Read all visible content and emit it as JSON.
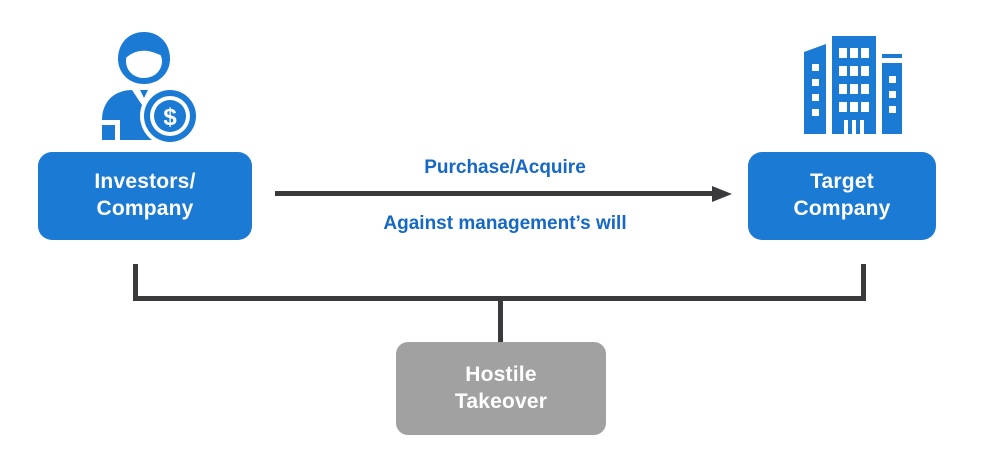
{
  "diagram": {
    "title": "Hostile Takeover process diagram",
    "colors": {
      "node_blue": "#1B7AD4",
      "node_gray": "#A1A1A1",
      "label_blue": "#1668C6",
      "connector_dark": "#3A3A3C",
      "background": "#FFFFFF",
      "node_text": "#FFFFFF"
    },
    "nodes": {
      "investors": {
        "label": "Investors/\nCompany",
        "line1": "Investors/",
        "line2": "Company"
      },
      "target": {
        "label": "Target\nCompany",
        "line1": "Target",
        "line2": "Company"
      },
      "hostile": {
        "label": "Hostile\nTakeover",
        "line1": "Hostile",
        "line2": "Takeover"
      }
    },
    "arrow": {
      "label_above": "Purchase/Acquire",
      "label_below": "Against management’s will",
      "direction": "left-to-right"
    },
    "icons": {
      "investor": "investor-person-dollar-icon",
      "target": "office-buildings-icon"
    }
  }
}
